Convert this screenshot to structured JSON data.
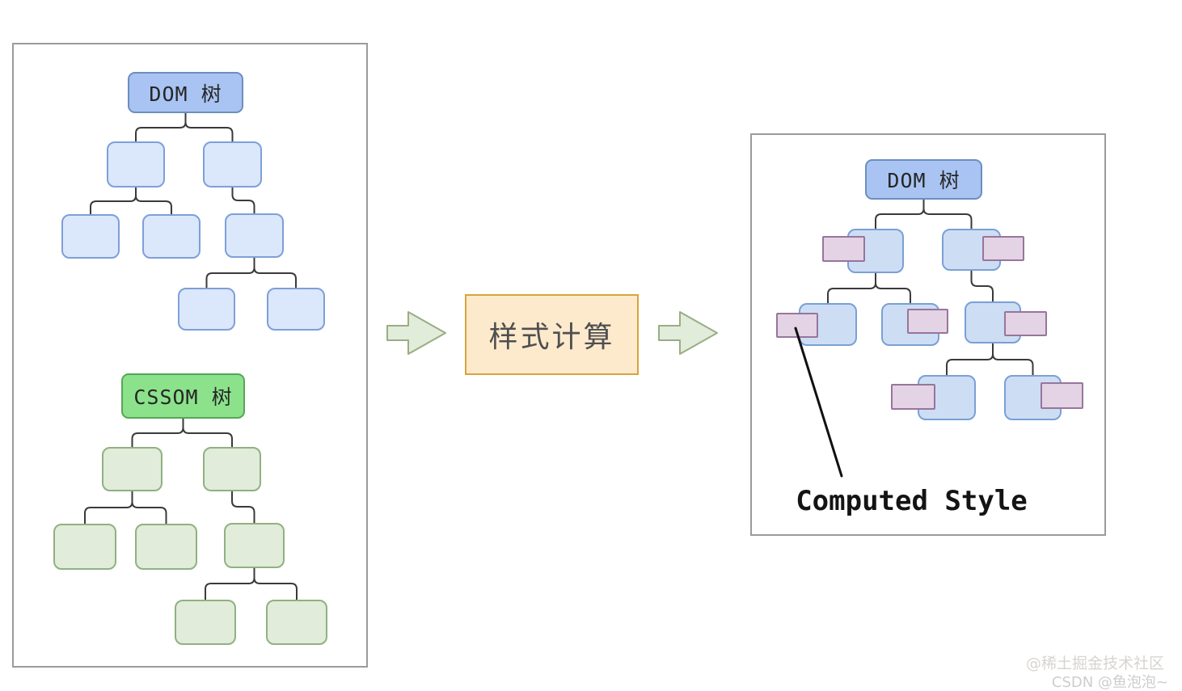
{
  "left_panel": {
    "dom_root_label": "DOM 树",
    "cssom_root_label": "CSSOM 树"
  },
  "process_box": {
    "label": "样式计算"
  },
  "right_panel": {
    "dom_root_label": "DOM 树",
    "annotation": "Computed Style"
  },
  "watermarks": {
    "line1": "@稀土掘金技术社区",
    "line2": "CSDN @鱼泡泡~"
  },
  "colors": {
    "panel_border": "#9b9b9b",
    "dom_root_fill": "#a9c4f2",
    "dom_root_border": "#6c8ebf",
    "dom_node_fill": "#dbe7fa",
    "dom_node_border": "#7e9fd9",
    "cssom_root_fill": "#8be28b",
    "cssom_root_border": "#57a557",
    "cssom_node_fill": "#e1ecda",
    "cssom_node_border": "#90b181",
    "styled_node_fill": "#cddef4",
    "styled_node_border": "#7aa0d6",
    "computed_style_fill": "#e3d3e4",
    "computed_style_border": "#97759d",
    "process_fill": "#fdeacd",
    "process_border": "#d9a33c",
    "arrow_fill": "#e2ecdb",
    "arrow_border": "#9aad83",
    "edge_stroke": "#3a3a3a",
    "pointer_stroke": "#111111"
  }
}
